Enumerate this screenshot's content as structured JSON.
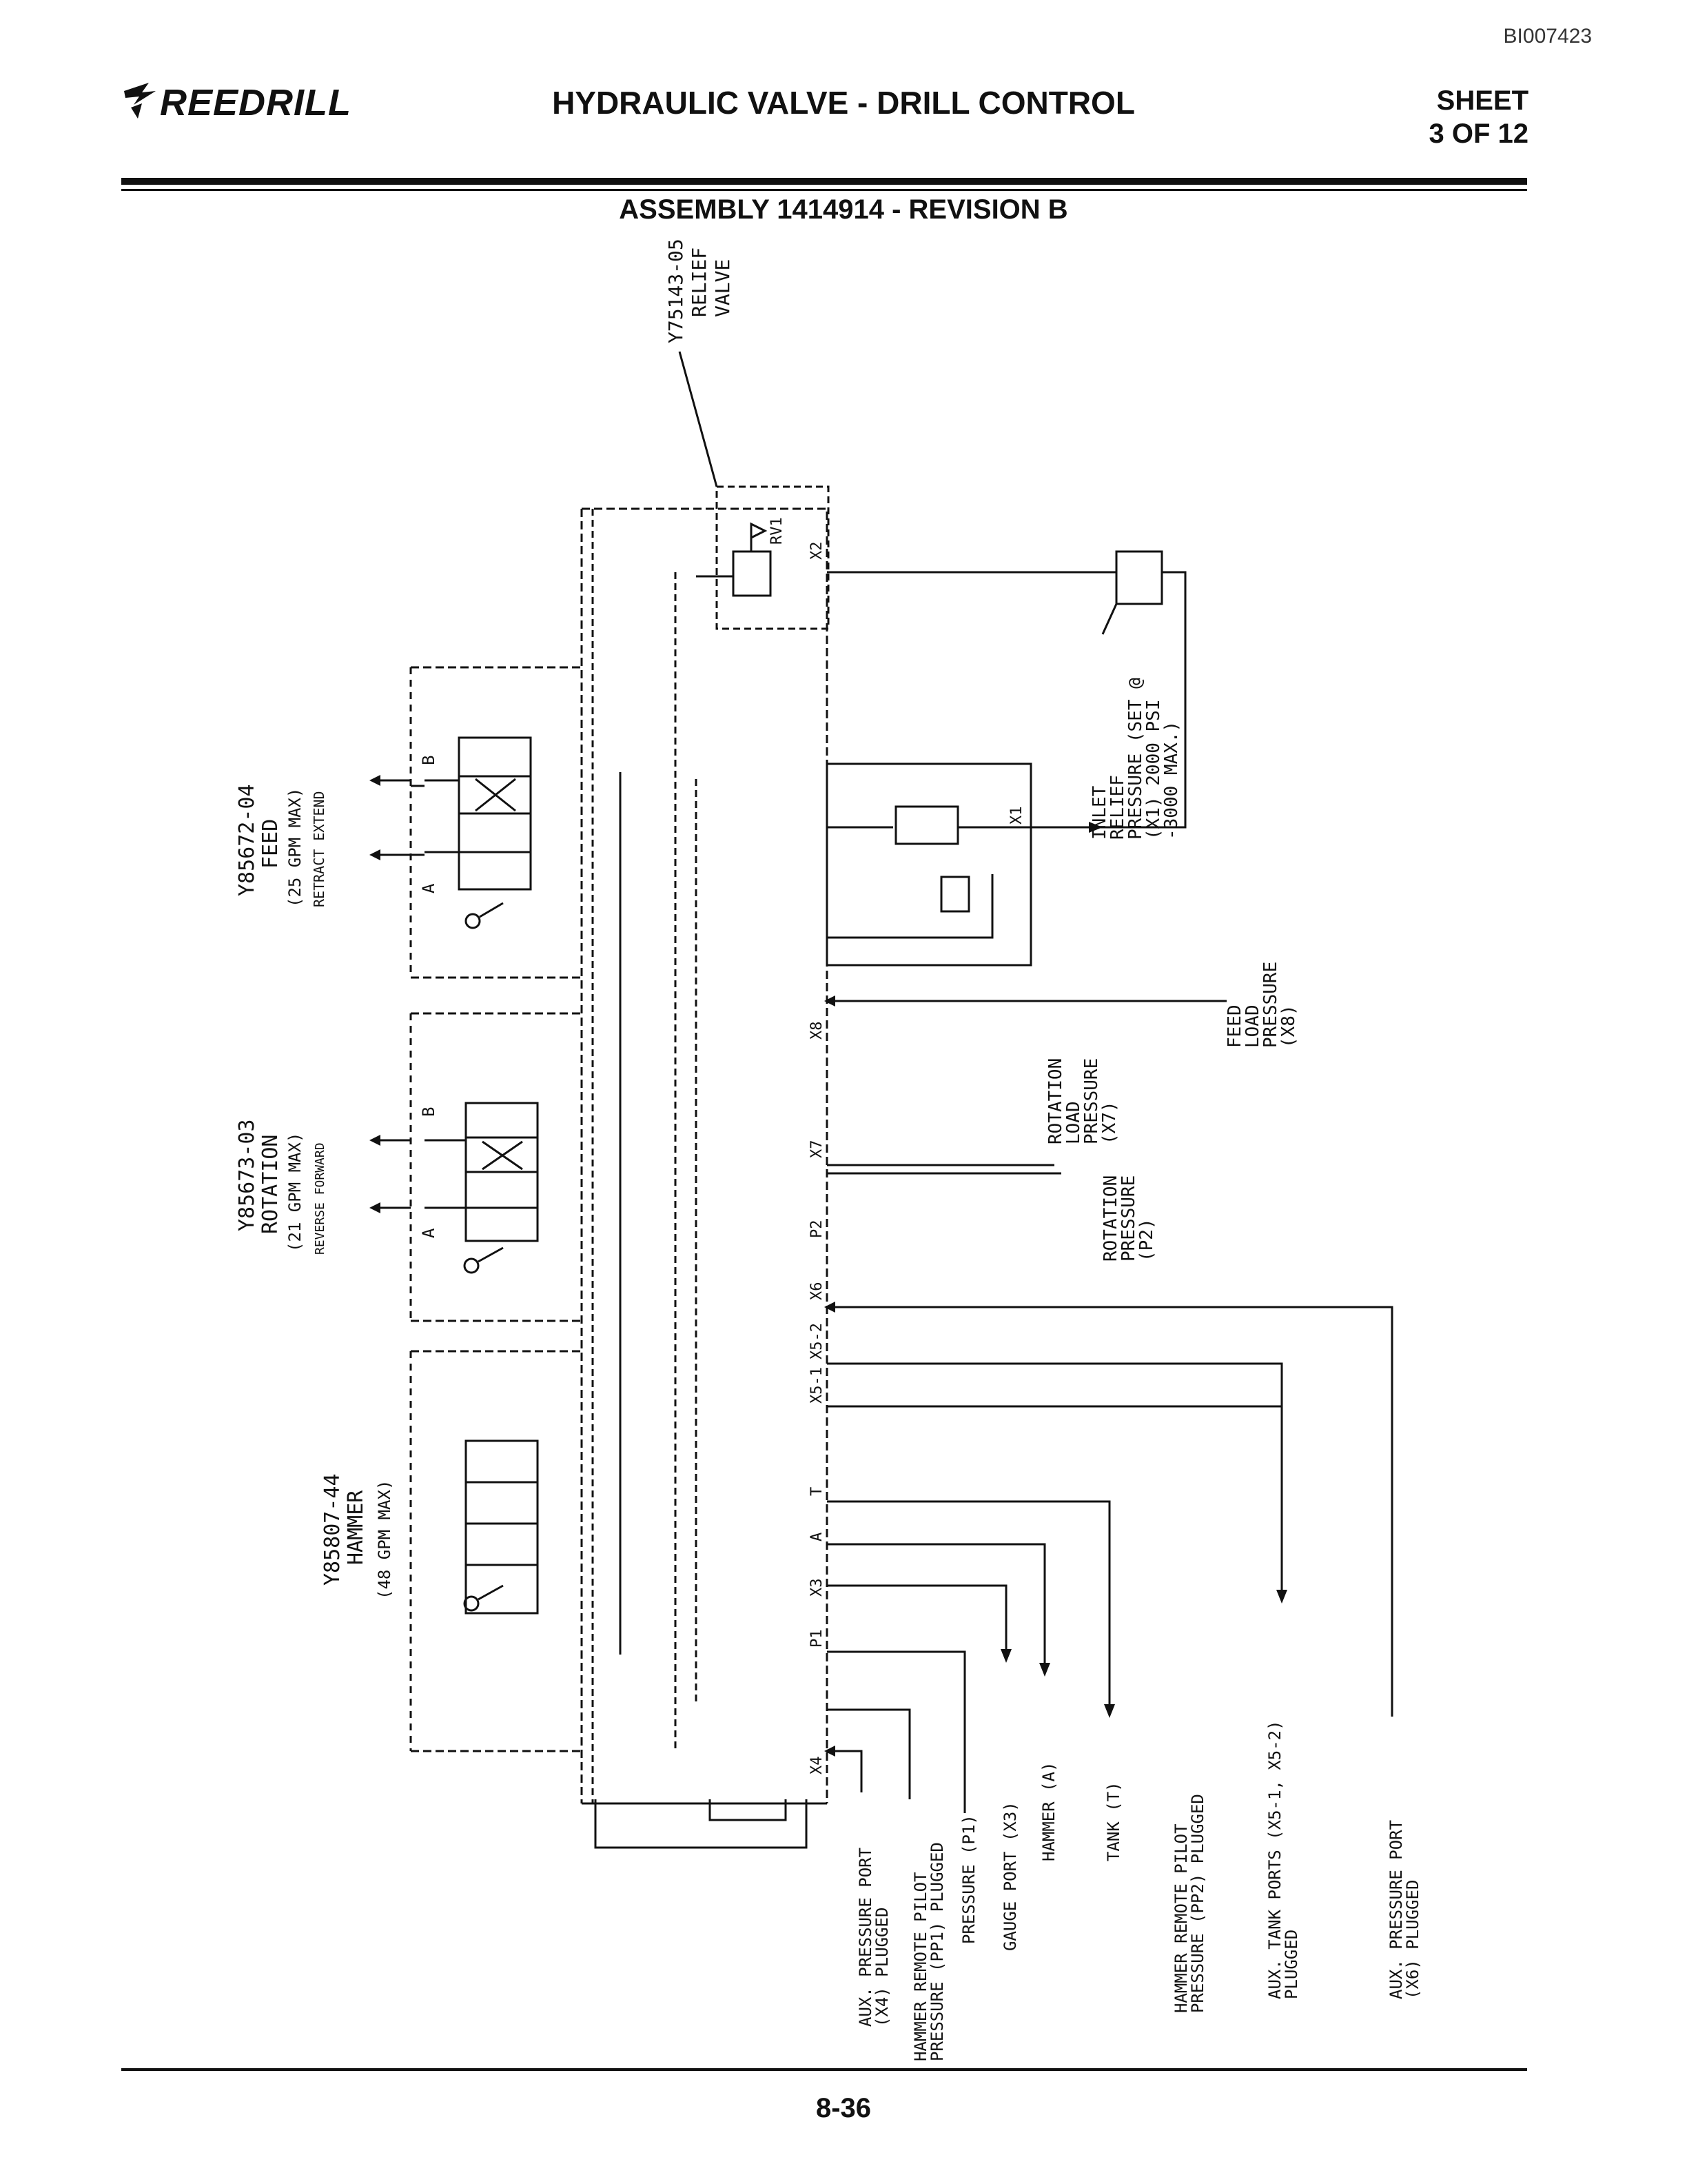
{
  "header": {
    "doc_id": "BI007423",
    "logo": "REEDRILL",
    "title": "HYDRAULIC VALVE - DRILL CONTROL",
    "sheet_label": "SHEET",
    "sheet_value": "3 OF 12"
  },
  "assembly": "ASSEMBLY 1414914 - REVISION B",
  "relief_valve": {
    "part": "Y75143-05",
    "line1": "RELIEF",
    "line2": "VALVE",
    "tag": "RV1"
  },
  "sections": {
    "feed": {
      "part": "Y85672-04",
      "name": "FEED",
      "flow": "(25 GPM MAX)",
      "actions": "RETRACT  EXTEND",
      "port_a": "A",
      "port_b": "B"
    },
    "rotation": {
      "part": "Y85673-03",
      "name": "ROTATION",
      "flow": "(21 GPM MAX)",
      "actions": "REVERSE  FORWARD",
      "port_a": "A",
      "port_b": "B"
    },
    "hammer": {
      "part": "Y85807-44",
      "name": "HAMMER",
      "flow": "(48 GPM MAX)"
    }
  },
  "ports": [
    "X2",
    "X1",
    "X8",
    "X7",
    "P2",
    "X6",
    "X5-2",
    "X5-1",
    "T",
    "A",
    "X3",
    "P1",
    "X4"
  ],
  "callouts": {
    "inlet_relief": [
      "INLET",
      "RELIEF",
      "PRESSURE (SET @",
      "(X1)          2000 PSI",
      "              -3000 MAX.)"
    ],
    "feed_load": [
      "FEED",
      "LOAD",
      "PRESSURE",
      "(X8)"
    ],
    "rotation_load": [
      "ROTATION",
      "LOAD",
      "PRESSURE",
      "(X7)"
    ],
    "rotation_pressure": [
      "ROTATION",
      "PRESSURE",
      "(P2)"
    ],
    "aux_pressure_x4": [
      "AUX. PRESSURE PORT",
      "(X4) PLUGGED"
    ],
    "hammer_remote_pp1": [
      "HAMMER REMOTE PILOT",
      "PRESSURE (PP1) PLUGGED"
    ],
    "pressure_p1": [
      "PRESSURE (P1)"
    ],
    "gauge_x3": [
      "GAUGE PORT (X3)"
    ],
    "hammer_a": [
      "HAMMER (A)"
    ],
    "tank_t": [
      "TANK (T)"
    ],
    "hammer_remote_pp2": [
      "HAMMER REMOTE PILOT",
      "PRESSURE (PP2) PLUGGED"
    ],
    "aux_tank": [
      "AUX. TANK PORTS (X5-1, X5-2)",
      "PLUGGED"
    ],
    "aux_pressure_x6": [
      "AUX. PRESSURE PORT",
      "(X6) PLUGGED"
    ]
  },
  "footer": {
    "page": "8-36"
  }
}
